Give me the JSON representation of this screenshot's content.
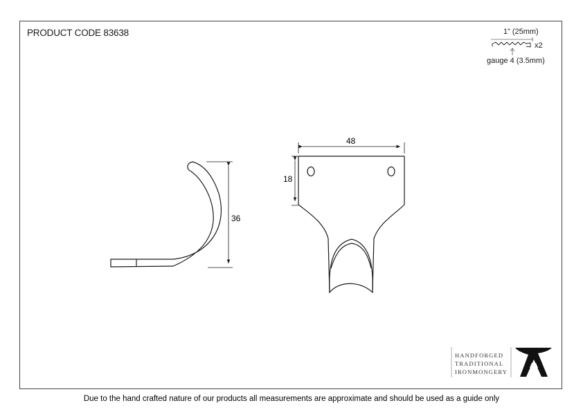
{
  "header": {
    "product_code": "PRODUCT CODE 83638"
  },
  "screw_spec": {
    "length": "1” (25mm)",
    "quantity": "x2",
    "gauge": "gauge 4 (3.5mm)"
  },
  "side_view": {
    "height_dimension": "36"
  },
  "front_view": {
    "width_dimension": "48",
    "plate_height_dimension": "18"
  },
  "brand": {
    "line1": "HANDFORGED",
    "line2": "TRADITIONAL",
    "line3": "IRONMONGERY",
    "logo_icon": "anvil-icon"
  },
  "footer": {
    "disclaimer": "Due to the hand crafted nature of our products all measurements are approximate and should be used as a guide only"
  },
  "colors": {
    "line": "#1a1a1a",
    "border": "#444444"
  }
}
